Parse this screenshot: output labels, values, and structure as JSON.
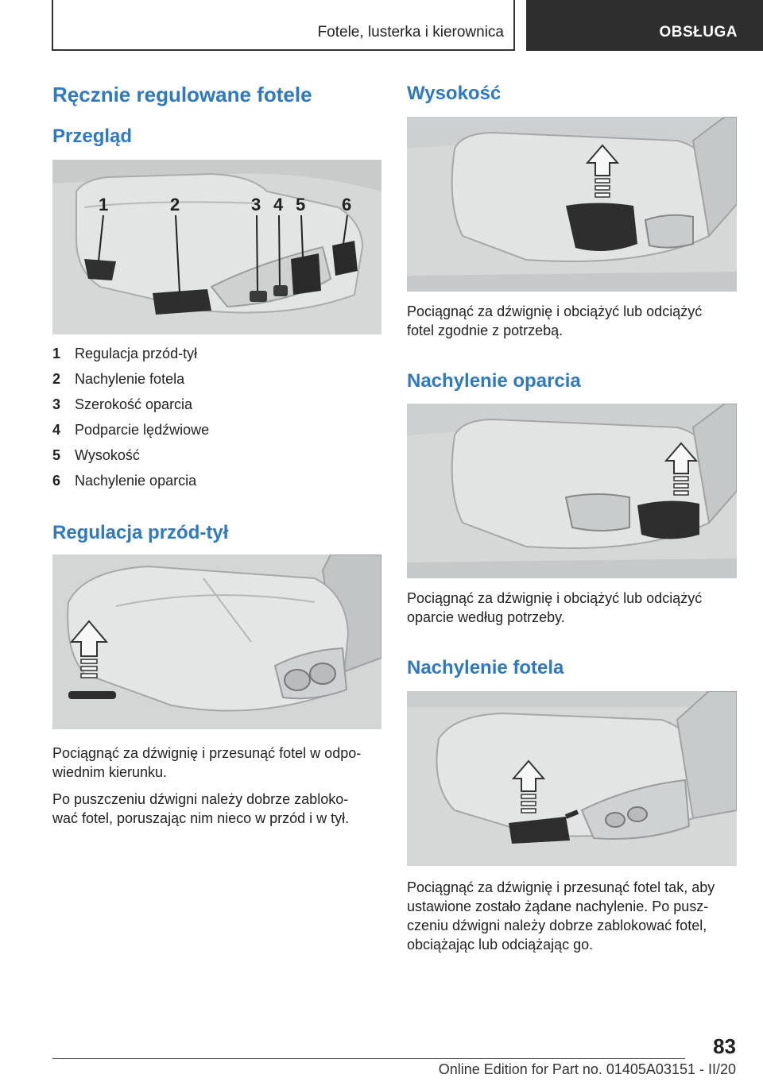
{
  "header": {
    "section_title": "Fotele, lusterka i kierownica",
    "chapter_tab": "OBSŁUGA"
  },
  "left": {
    "title": "Ręcznie regulowane fotele",
    "overview_heading": "Przegląd",
    "callouts": [
      "1",
      "2",
      "3",
      "4",
      "5",
      "6"
    ],
    "overview_items": [
      {
        "num": "1",
        "label": "Regulacja przód-tył"
      },
      {
        "num": "2",
        "label": "Nachylenie fotela"
      },
      {
        "num": "3",
        "label": "Szerokość oparcia"
      },
      {
        "num": "4",
        "label": "Podparcie lędźwiowe"
      },
      {
        "num": "5",
        "label": "Wysokość"
      },
      {
        "num": "6",
        "label": "Nachylenie oparcia"
      }
    ],
    "fore_aft_heading": "Regulacja przód-tył",
    "fore_aft_text_1": [
      "Pociągnąć za dźwignię i przesunąć fotel w odpo-",
      "wiednim kierunku."
    ],
    "fore_aft_text_2": [
      "Po puszczeniu dźwigni należy dobrze zabloko-",
      "wać fotel, poruszając nim nieco w przód i w tył."
    ]
  },
  "right": {
    "height_heading": "Wysokość",
    "height_text": [
      "Pociągnąć za dźwignię i obciążyć lub odciążyć",
      "fotel zgodnie z potrzebą."
    ],
    "backrest_heading": "Nachylenie oparcia",
    "backrest_text": [
      "Pociągnąć za dźwignię i obciążyć lub odciążyć",
      "oparcie według potrzeby."
    ],
    "tilt_heading": "Nachylenie fotela",
    "tilt_text": [
      "Pociągnąć za dźwignię i przesunąć fotel tak, aby",
      "ustawione zostało żądane nachylenie. Po pusz-",
      "czeniu dźwigni należy dobrze zablokować fotel,",
      "obciążając lub odciążając go."
    ]
  },
  "footer": {
    "page_number": "83",
    "edition": "Online Edition for Part no. 01405A03151 - II/20"
  }
}
